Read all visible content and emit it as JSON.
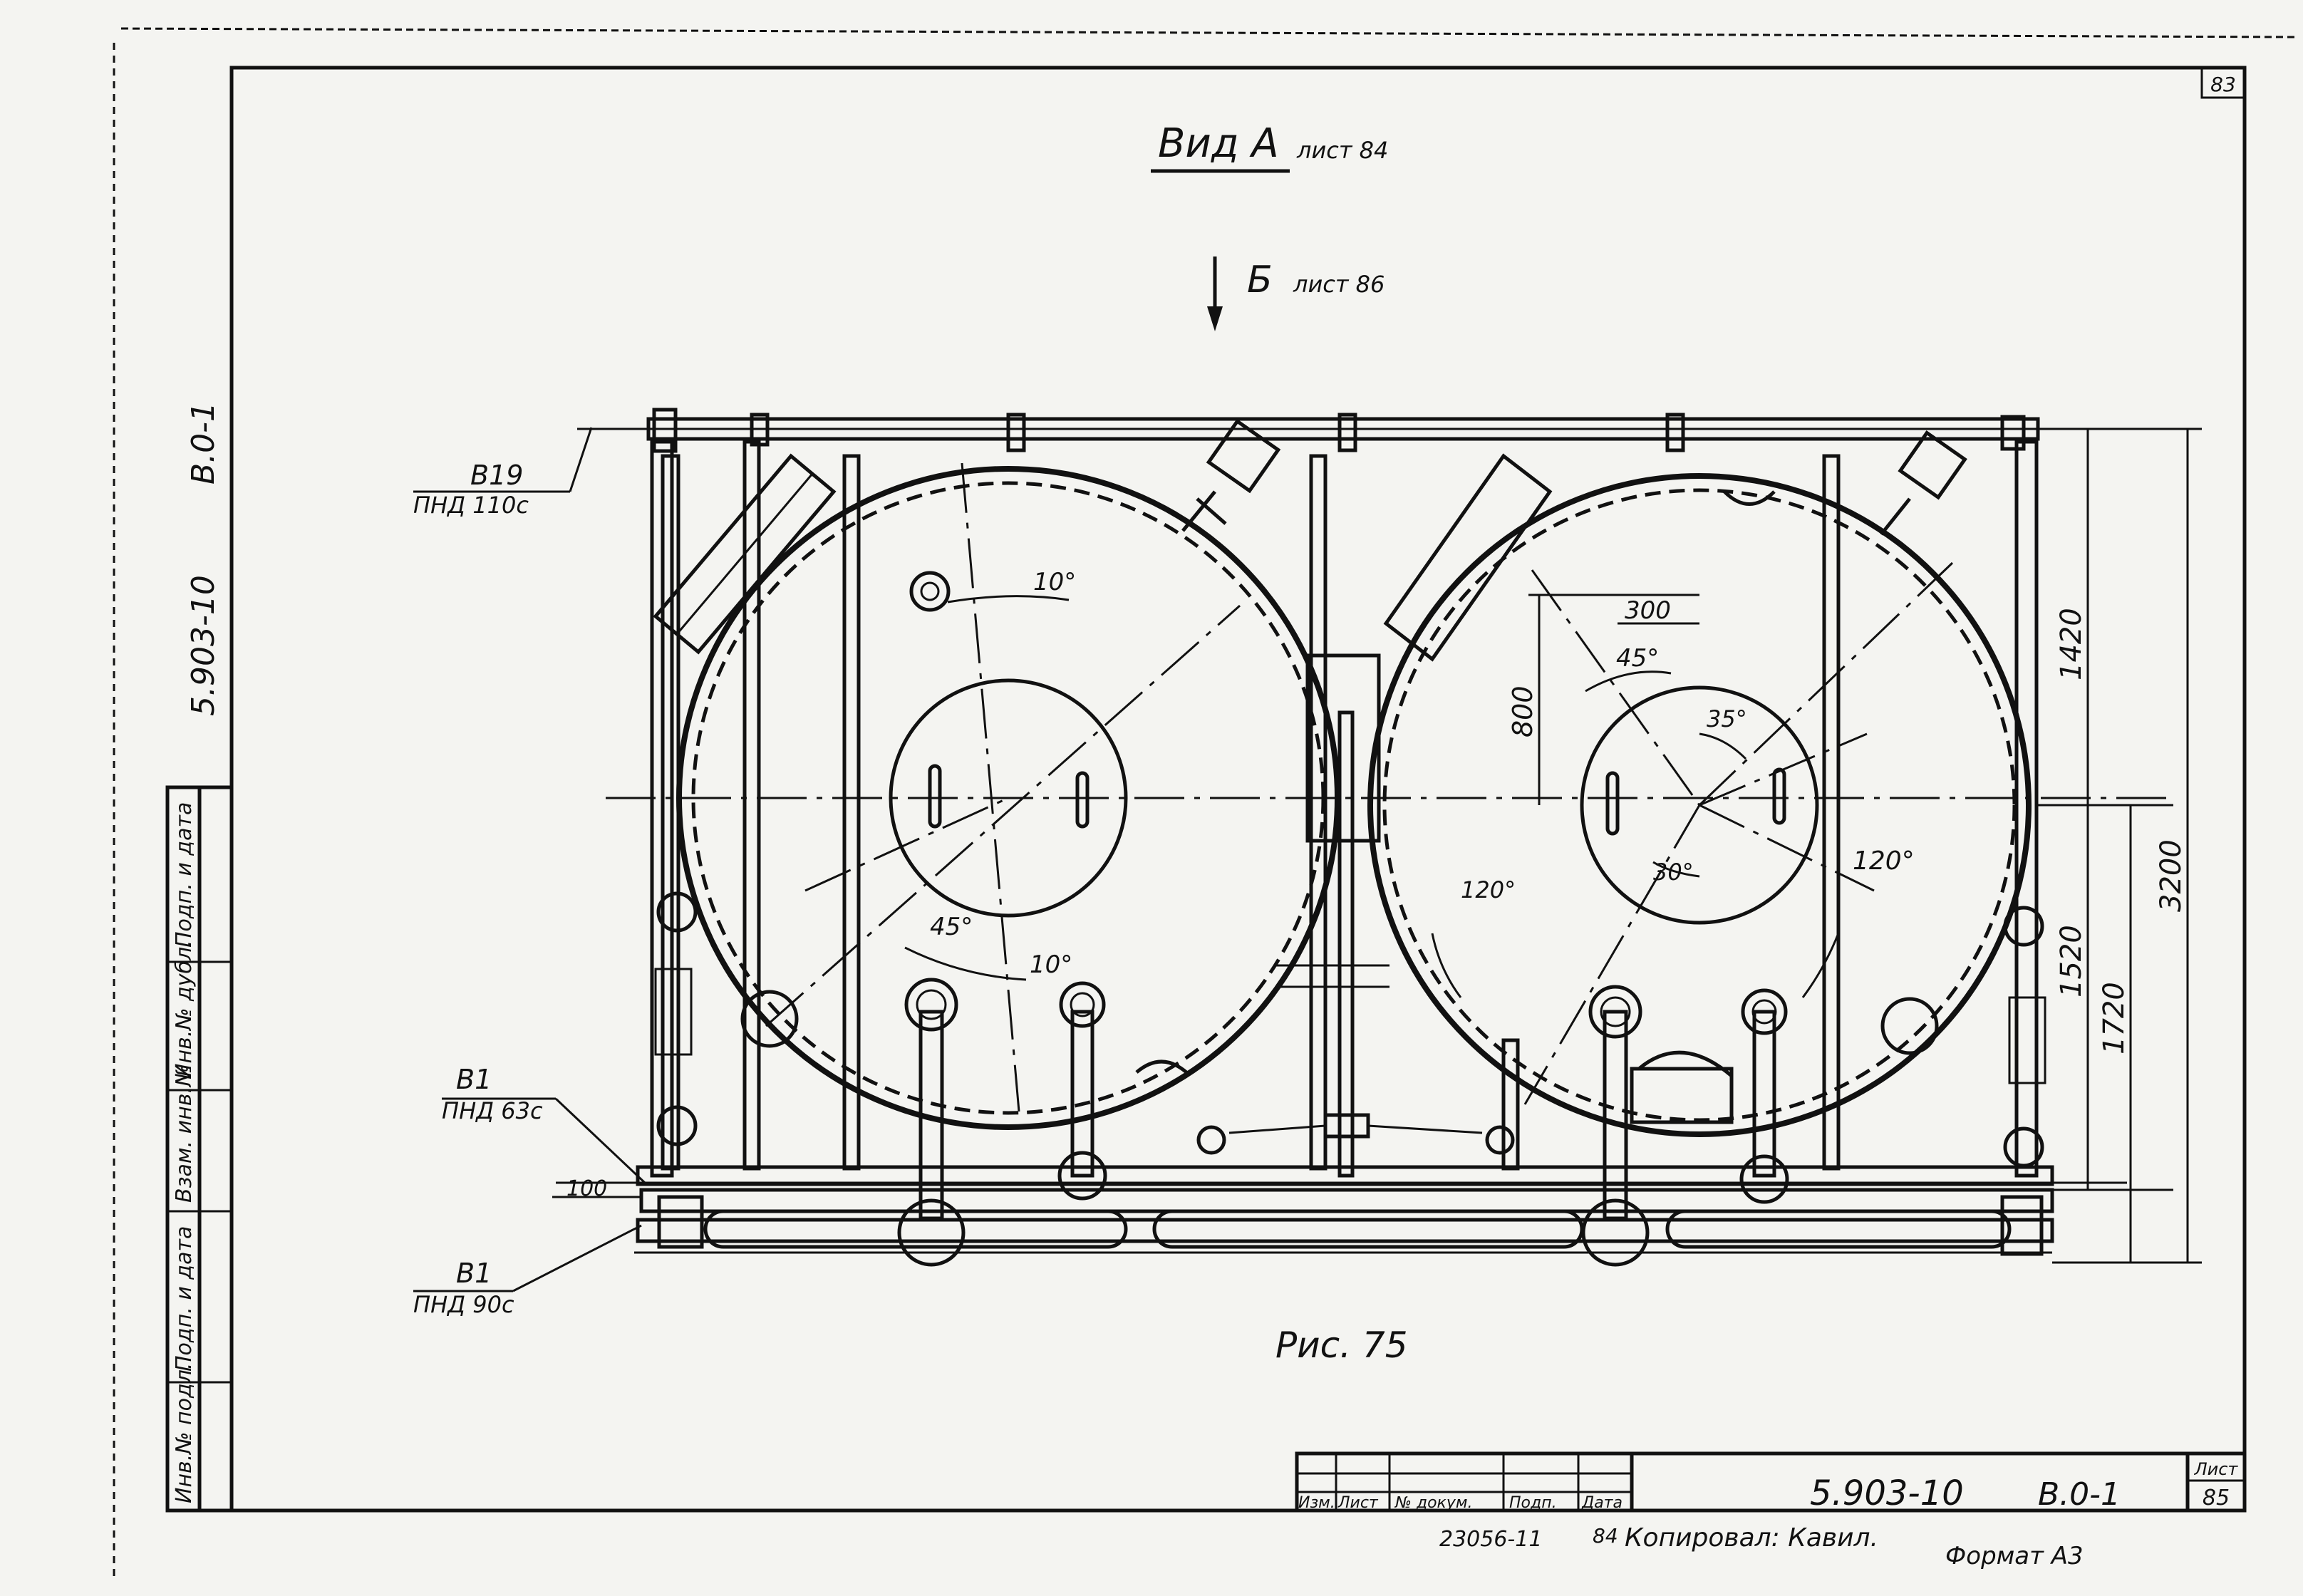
{
  "sheet": {
    "corner_number": "83",
    "view_title": "Вид А",
    "view_title_ref": "лист 84",
    "section_mark": "Б",
    "section_ref": "лист 86",
    "figure_caption": "Рис. 75"
  },
  "side_stamp": {
    "doc_number": "5.903-10",
    "doc_issue": "В.0-1",
    "cells": [
      "Инв.№ подл.",
      "Подп. и дата",
      "Взам. инв.№",
      "Инв.№ дубл.",
      "Подп. и дата"
    ]
  },
  "callouts": {
    "top_left_code": "В19",
    "top_left_spec": "ПНД 110с",
    "mid_left_code": "В1",
    "mid_left_spec": "ПНД 63с",
    "bottom_left_code": "В1",
    "bottom_left_spec": "ПНД 90с",
    "offset_dim": "100"
  },
  "dimensions": {
    "d_1420": "1420",
    "d_1520": "1520",
    "d_1720": "1720",
    "d_3200": "3200",
    "d_300": "300",
    "d_800": "800"
  },
  "angles": {
    "left_top": "10°",
    "left_low_a": "45°",
    "left_low_b": "10°",
    "right_top": "45°",
    "right_inner_a": "35°",
    "right_inner_b": "30°",
    "right_arc_left": "120°",
    "right_arc_right": "120°"
  },
  "title_block": {
    "headers": [
      "Изм.",
      "Лист",
      "№ докум.",
      "Подп.",
      "Дата"
    ],
    "doc_number": "5.903-10",
    "doc_issue": "В.0-1",
    "sheet_label": "Лист",
    "sheet_number": "85"
  },
  "footer": {
    "order_number": "23056-11",
    "page_ref": "84",
    "copied_by": "Копировал: Кавил.",
    "format": "Формат А3"
  }
}
